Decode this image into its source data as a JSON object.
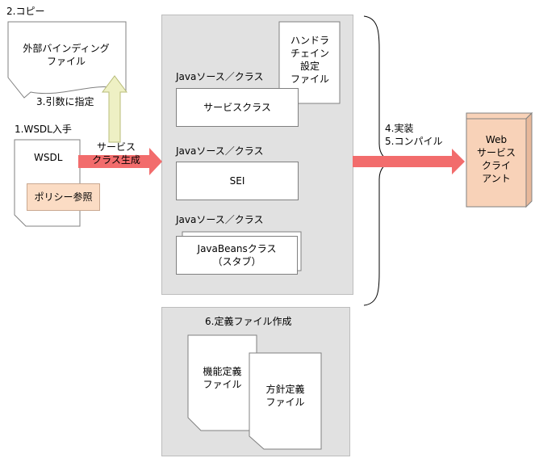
{
  "steps": {
    "copy": "2.コピー",
    "arg": "3.引数に指定",
    "wsdl_get": "1.WSDL入手",
    "gen": "サービス\nクラス生成",
    "impl": "4.実装",
    "compile": "5.コンパイル",
    "def": "6.定義ファイル作成"
  },
  "docs": {
    "binding": "外部バインディング\nファイル",
    "wsdl": "WSDL",
    "policy": "ポリシー参照",
    "handler": "ハンドラ\nチェイン\n設定\nファイル",
    "func_def": "機能定義\nファイル",
    "policy_def": "方針定義\nファイル"
  },
  "sources": {
    "src1": "Javaソース／クラス",
    "service_class": "サービスクラス",
    "src2": "Javaソース／クラス",
    "sei": "SEI",
    "src3": "Javaソース／クラス",
    "javabeans": "JavaBeansクラス\n（スタブ）"
  },
  "client": "Web\nサービス\nクライ\nアント",
  "colors": {
    "panel": "#e1e1e1",
    "arrow_red": "#f26c6c",
    "arrow_green": "#eef0c4",
    "policy_fill": "#fbdcc4",
    "client_fill": "#f8d2b8"
  }
}
